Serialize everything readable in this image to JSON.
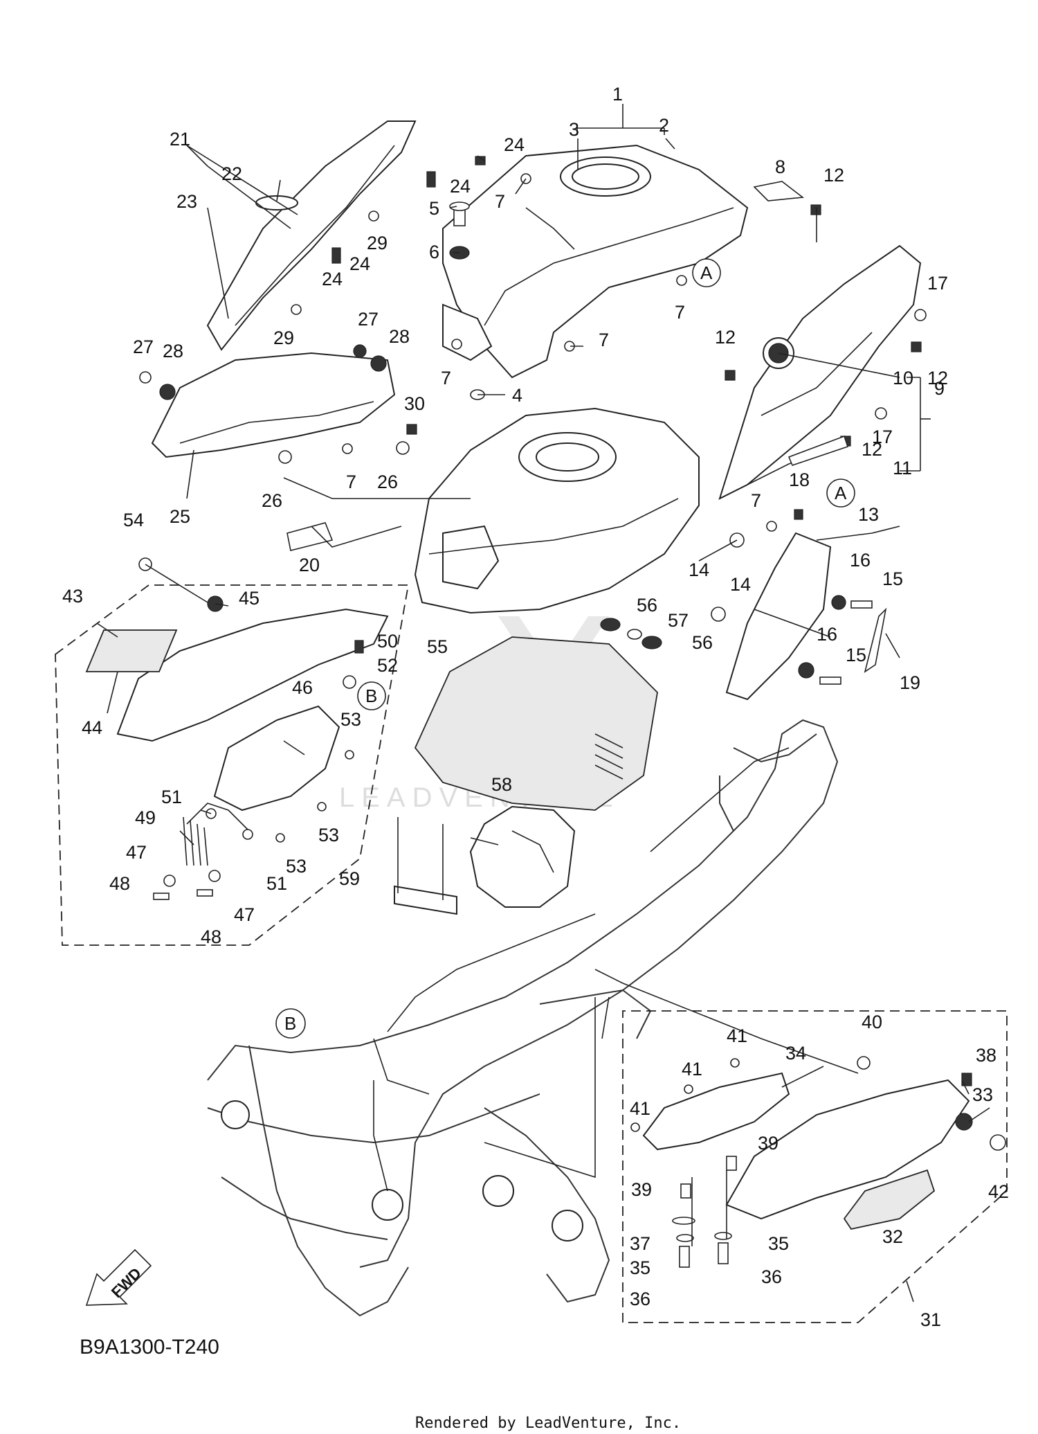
{
  "diagram_code": "B9A1300-T240",
  "credit": "Rendered by LeadVenture, Inc.",
  "watermark": "LEADVENTURE",
  "fwd_label": "FWD",
  "callouts": [
    "1",
    "2",
    "3",
    "4",
    "5",
    "6",
    "7",
    "8",
    "9",
    "10",
    "11",
    "12",
    "13",
    "14",
    "15",
    "16",
    "17",
    "18",
    "19",
    "20",
    "21",
    "22",
    "23",
    "24",
    "25",
    "26",
    "27",
    "28",
    "29",
    "30",
    "31",
    "32",
    "33",
    "34",
    "35",
    "36",
    "37",
    "38",
    "39",
    "40",
    "41",
    "42",
    "43",
    "44",
    "45",
    "46",
    "47",
    "48",
    "49",
    "50",
    "51",
    "52",
    "53",
    "54",
    "55",
    "56",
    "57",
    "58",
    "59"
  ],
  "reference_letters": [
    "A",
    "B"
  ]
}
